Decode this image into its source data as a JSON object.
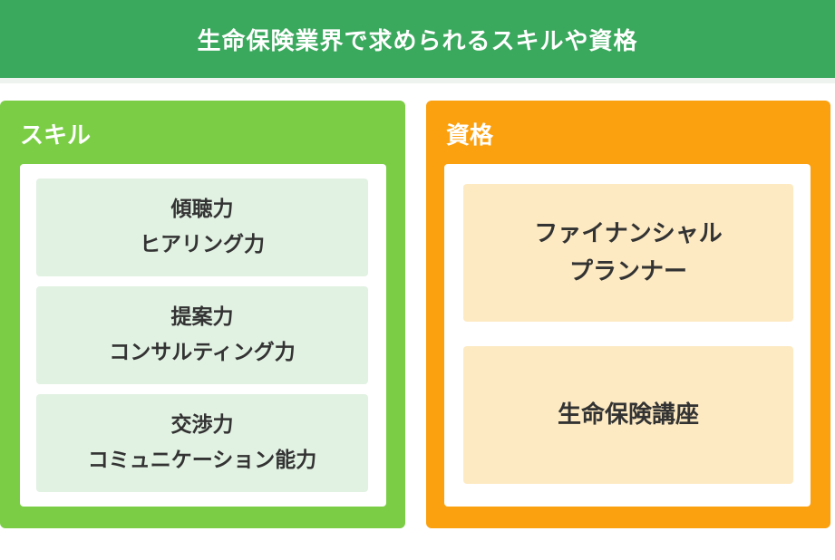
{
  "header": {
    "title": "生命保険業界で求められるスキルや資格"
  },
  "colors": {
    "header": "#3aa85d",
    "skill_panel": "#7bcd46",
    "skill_card": "#e1f1e2",
    "qual_panel": "#fba00e",
    "qual_card": "#fdeac2"
  },
  "skills": {
    "title": "スキル",
    "items": [
      {
        "line1": "傾聴力",
        "line2": "ヒアリング力"
      },
      {
        "line1": "提案力",
        "line2": "コンサルティング力"
      },
      {
        "line1": "交渉力",
        "line2": "コミュニケーション能力"
      }
    ]
  },
  "qualifications": {
    "title": "資格",
    "items": [
      {
        "line1": "ファイナンシャル",
        "line2": "プランナー"
      },
      {
        "line1": "生命保険講座",
        "line2": ""
      }
    ]
  }
}
